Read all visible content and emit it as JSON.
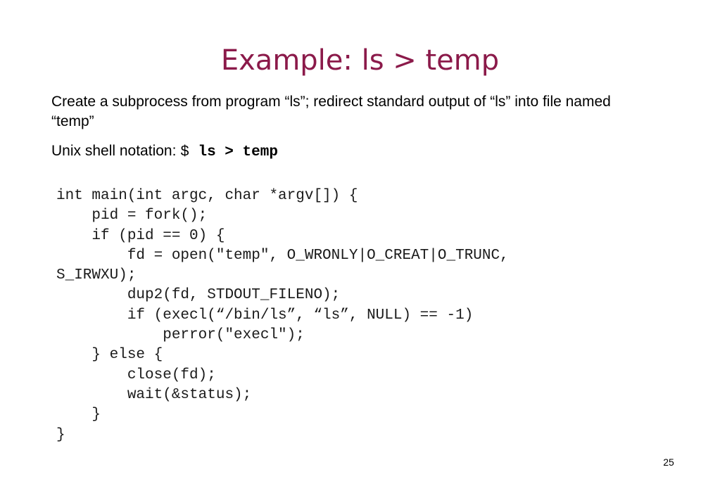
{
  "slide": {
    "title": "Example: ls > temp",
    "description": "Create a subprocess from program “ls”; redirect standard output of “ls” into file named “temp”",
    "notation_label": "Unix shell notation: ",
    "notation_prompt": "$ ",
    "notation_command": "ls > temp",
    "code_lines": [
      "int main(int argc, char *argv[]) {",
      "    pid = fork();",
      "    if (pid == 0) {",
      "        fd = open(\"temp\", O_WRONLY|O_CREAT|O_TRUNC,",
      "S_IRWXU);",
      "        dup2(fd, STDOUT_FILENO);",
      "        if (execl(“/bin/ls”, “ls”, NULL) == -1)",
      "            perror(\"execl\");",
      "    } else {",
      "        close(fd);",
      "        wait(&status);",
      "    }",
      "}"
    ],
    "page_number": "25"
  }
}
